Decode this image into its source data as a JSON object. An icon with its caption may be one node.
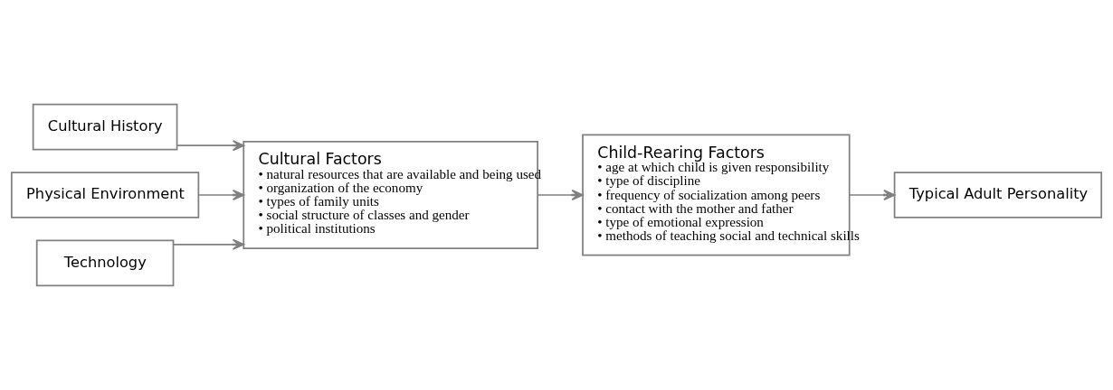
{
  "diagram": {
    "nodes": [
      {
        "text": [
          "Cultural History"
        ]
      },
      {
        "text": [
          "Physical Environment"
        ]
      },
      {
        "text": [
          "Technology"
        ]
      },
      {
        "text": [
          "Cultural Factors",
          "• natural resources that are available and being used",
          "• organization of the economy",
          "• types of family units",
          "• social structure of classes and gender",
          "• political institutions"
        ]
      },
      {
        "text": [
          "Child-Rearing Factors",
          "• age at which child is given responsibility",
          "• type of discipline",
          "• frequency of socialization among peers",
          "• contact with the mother and father",
          "• type of emotional expression",
          "• methods of teaching social and technical skills"
        ]
      },
      {
        "text": [
          "Typical Adult Personality"
        ]
      }
    ],
    "edges": [
      {
        "from": 0,
        "to": 3,
        "arrow": "to"
      },
      {
        "from": 1,
        "to": 3,
        "arrow": "to"
      },
      {
        "from": 2,
        "to": 3,
        "arrow": "to"
      },
      {
        "from": 3,
        "to": 4,
        "arrow": "to"
      },
      {
        "from": 4,
        "to": 5,
        "arrow": "to"
      }
    ]
  }
}
